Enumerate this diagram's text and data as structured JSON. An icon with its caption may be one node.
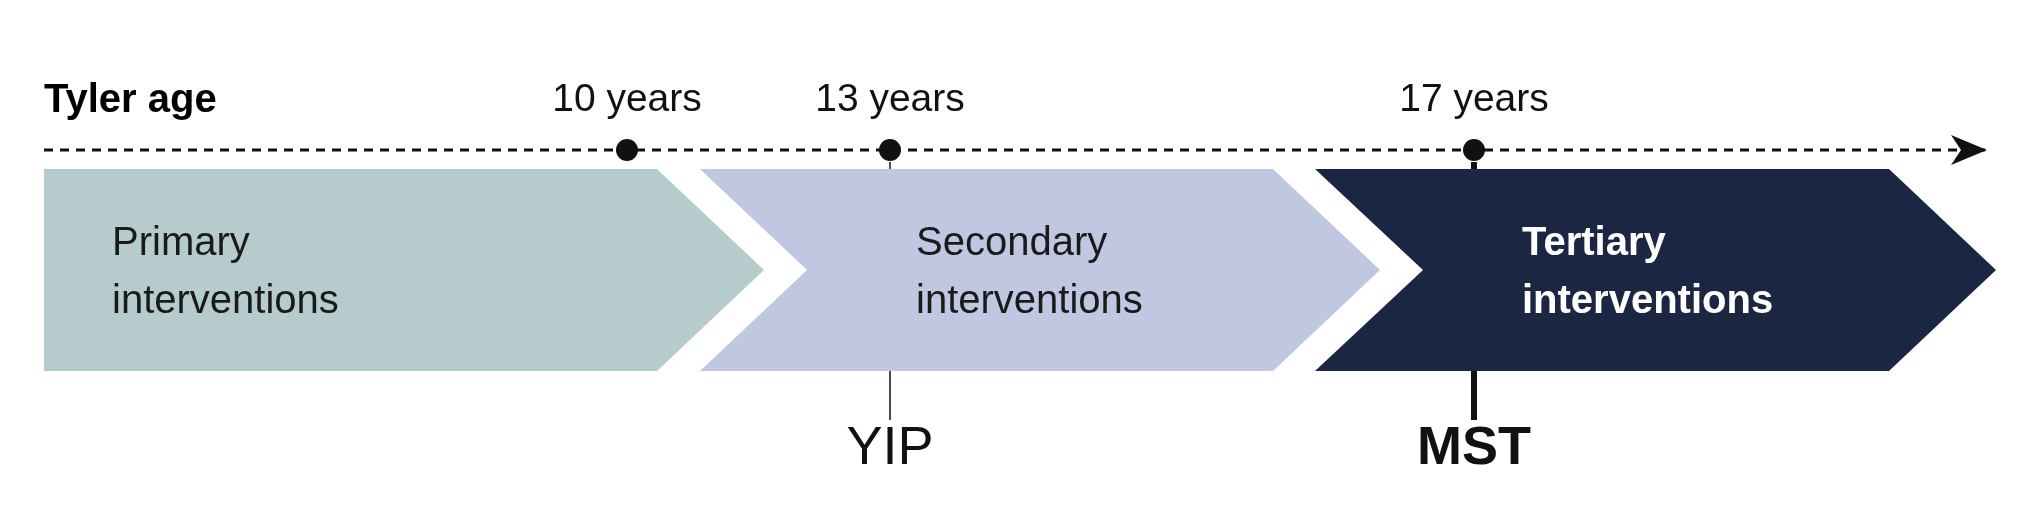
{
  "diagram": {
    "nodes": [
      {
        "text": [
          "Primary interventions"
        ]
      },
      {
        "text": [
          "Secondary interventions"
        ]
      },
      {
        "text": [
          "Tertiary interventions"
        ]
      },
      {
        "text": [
          "10 years"
        ]
      },
      {
        "text": [
          "13 years"
        ]
      },
      {
        "text": [
          "17 years"
        ]
      },
      {
        "text": [
          "YIP"
        ]
      },
      {
        "text": [
          "MST"
        ]
      }
    ],
    "edges": [
      {
        "from": 6,
        "to": 4,
        "arrow": "none"
      },
      {
        "from": 7,
        "to": 5,
        "arrow": "none",
        "style": "thick"
      }
    ],
    "labels": [
      "Tyler age"
    ]
  }
}
